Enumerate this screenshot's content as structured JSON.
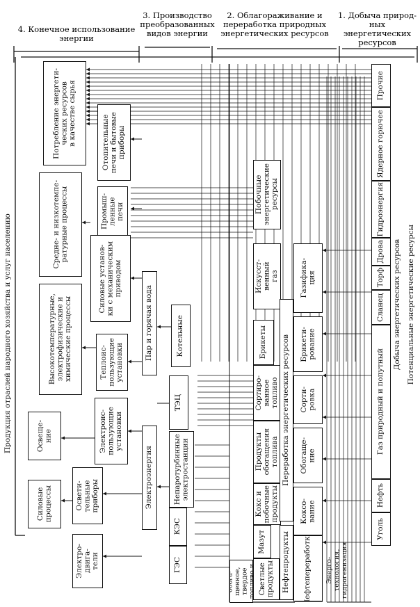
{
  "headers": {
    "h4": "4. Конечное использование\nэнергии",
    "h3": "3. Производство\nпреобразованных\nвидов энергии",
    "h2": "2. Облагораживание и\nпереработка природных\nэнергетических ресурсов",
    "h1": "1. Добыча природ-\nных энергетических\nресурсов"
  },
  "left_column": "Продукция отраслей народного хозяйства и услуг населению",
  "final_use": {
    "raw": "Потребление энергети-\nческих ресурсов\nв качестве сырья",
    "mid_low": "Средне- и низкотемпе-\nратурные процессы",
    "high": "Высокотемпературные,\nэлектрофизические и\nхимические процессы",
    "lighting": "Освеще-\nние",
    "power": "Силовые\nпроцессы"
  },
  "devices": {
    "stoves": "Отопительные\nпечи и бытовые\nприборы",
    "ind_furn": "Промыш-\nленные\nпечи",
    "power_inst": "Силовые установ-\nки с механическим\nприводом",
    "heat_inst": "Теплоис-\nпользующие\nустановки",
    "el_inst": "Электроис-\nпользующие\nустановки",
    "light_dev": "Освети-\nтельные\nприборы",
    "motors": "Электро-\nдвига-\nтели"
  },
  "production": {
    "steam_water": "Пар и горячая вода",
    "boilers": "Котельные",
    "electricity": "Электроэнергия",
    "tec": "ТЭЦ",
    "nonturbine": "Непаротурбинные\nэлектростанции",
    "kes": "КЭС",
    "ges": "ГЭС"
  },
  "processing": {
    "secondary": "Побочные\nэнергетические\nресурсы",
    "art_gas": "Искусст-\nвенный\nгаз",
    "briquettes": "Брикеты",
    "sorted_fuel": "Сортиро-\nванное\nтопливо",
    "enrich_products": "Продукты\nобогащения\nтоплива",
    "coke": "Кокс и\nпобочные\nпродукты",
    "mazut": "Мазут",
    "light_products": "Светлые\nпродукты",
    "oil_products": "Нефтепродукты",
    "processing_label": "Переработка энергетических ресурсов",
    "gasification": "Газифика-\nция",
    "briquetting": "Брикети-\nрование",
    "sorting": "Сорти-\nровка",
    "enrichment": "Обогаще-\nние",
    "coking": "Коксо-\nвание",
    "oil_refining": "Нефтепереработка",
    "liquid_fuel": "Жидкое, обога-\nщенное, твердое\nтопливо и газ",
    "energy_tech": "Энерго-\nтехнология,\nгидрогенизация"
  },
  "extraction": {
    "other": "Прочие",
    "nuclear": "Ядерное горючее",
    "hydro": "Гидроэнергия",
    "wood": "Дрова",
    "peat": "Торф",
    "shale": "Сланец",
    "gas": "Газ природный и попутный",
    "oil": "Нефть",
    "coal": "Уголь",
    "extraction_label": "Добыча энергетических ресурсов",
    "potential": "Потенциальные энергетические ресурсы"
  }
}
